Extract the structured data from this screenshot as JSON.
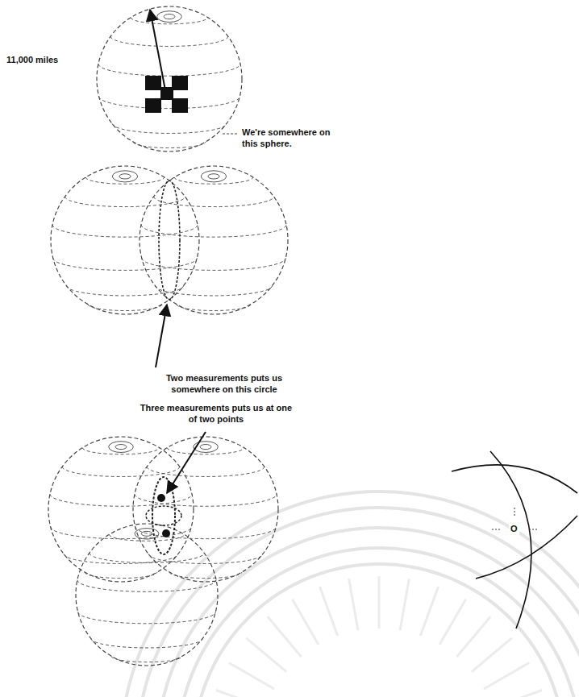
{
  "diagram": {
    "labels": [
      "11,000 miles",
      "We're somewhere on this sphere.",
      "Two measurements puts us somewhere on this circle",
      "Three measurements puts us at one of two points",
      "O"
    ]
  }
}
